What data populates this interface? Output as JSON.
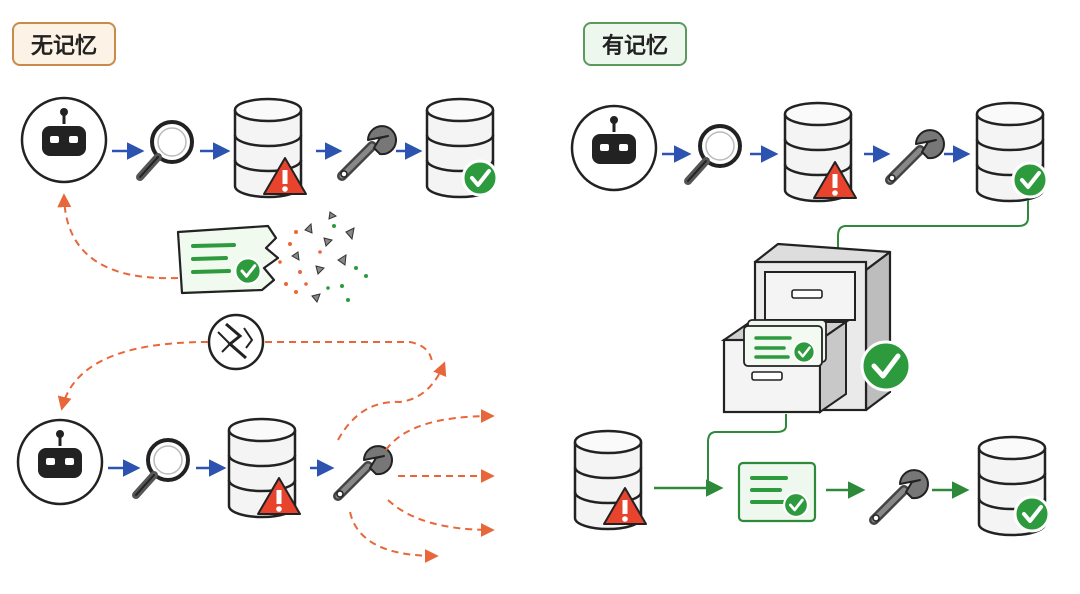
{
  "labels": {
    "without_memory": "无记忆",
    "with_memory": "有记忆"
  },
  "colors": {
    "flow_arrow": "#2c53b0",
    "failure_path": "#e8673a",
    "memory_path": "#2e8a3a",
    "warning": "#e8432d",
    "success": "#2e9a3e",
    "db_body": "#f4f4f4",
    "outline": "#222222"
  },
  "icons": [
    "robot-icon",
    "magnifier-icon",
    "database-icon",
    "warning-icon",
    "wrench-icon",
    "check-icon",
    "note-card-icon",
    "broken-link-icon",
    "filing-cabinet-icon",
    "scatter-fragments"
  ]
}
